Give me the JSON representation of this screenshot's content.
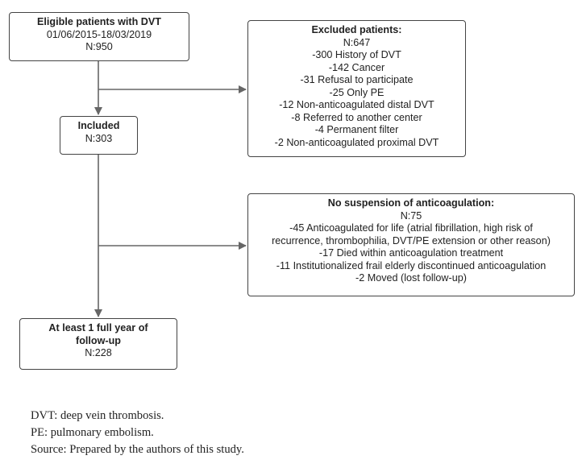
{
  "boxes": {
    "eligible": {
      "title": "Eligible patients with DVT",
      "lines": [
        "01/06/2015-18/03/2019",
        "N:950"
      ]
    },
    "excluded": {
      "title": "Excluded patients:",
      "lines": [
        "N:647",
        "-300 History of DVT",
        "-142 Cancer",
        "-31 Refusal to participate",
        "-25 Only PE",
        "-12 Non-anticoagulated distal DVT",
        "-8 Referred to another center",
        "-4 Permanent filter",
        "-2 Non-anticoagulated proximal DVT"
      ]
    },
    "included": {
      "title": "Included",
      "lines": [
        "N:303"
      ]
    },
    "no_suspension": {
      "title": "No suspension of anticoagulation:",
      "lines": [
        "N:75",
        "-45 Anticoagulated for life (atrial fibrillation, high risk of",
        "recurrence, thrombophilia, DVT/PE extension or other reason)",
        "-17 Died within anticoagulation treatment",
        "-11 Institutionalized frail elderly discontinued anticoagulation",
        "-2 Moved (lost follow-up)"
      ]
    },
    "followup": {
      "title_lines": [
        "At least 1 full year of",
        "follow-up"
      ],
      "lines": [
        "N:228"
      ]
    }
  },
  "notes": [
    "DVT: deep vein thrombosis.",
    "PE: pulmonary embolism.",
    "Source: Prepared by the authors of this study."
  ]
}
